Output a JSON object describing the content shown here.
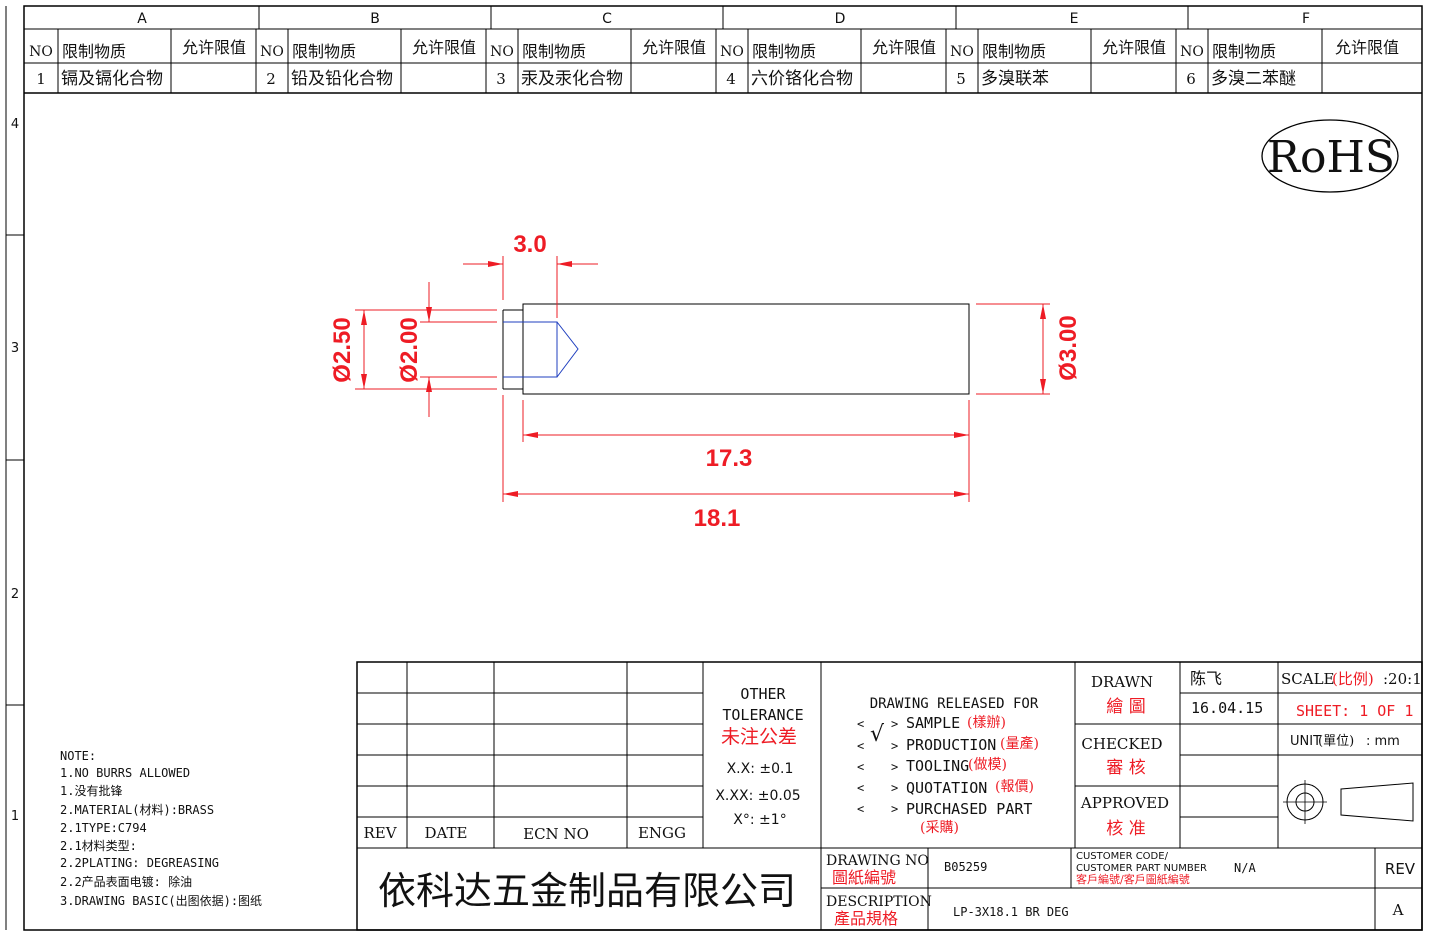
{
  "zones": [
    "A",
    "B",
    "C",
    "D",
    "E",
    "F"
  ],
  "rows": [
    "4",
    "3",
    "2",
    "1"
  ],
  "substances": {
    "no_header": "NO",
    "substance_header": "限制物质",
    "limit_header": "允许限值",
    "items": [
      {
        "no": "1",
        "name": "镉及镉化合物"
      },
      {
        "no": "2",
        "name": "铅及铅化合物"
      },
      {
        "no": "3",
        "name": "汞及汞化合物"
      },
      {
        "no": "4",
        "name": "六价铬化合物"
      },
      {
        "no": "5",
        "name": "多溴联苯"
      },
      {
        "no": "6",
        "name": "多溴二苯醚"
      }
    ]
  },
  "rohs": "RoHS",
  "dimensions": {
    "head_length": "3.0",
    "dia_head": "Ø2.50",
    "dia_hole": "Ø2.00",
    "dia_body": "Ø3.00",
    "body_length": "17.3",
    "total_length": "18.1"
  },
  "notes": [
    "NOTE:",
    "1.NO BURRS ALLOWED",
    "1.没有批锋",
    "2.MATERIAL(材料):BRASS",
    "2.1TYPE:C794",
    "2.1材料类型:",
    "2.2PLATING: DEGREASING",
    "2.2产品表面电镀: 除油",
    "3.DRAWING BASIC(出图依据):图纸"
  ],
  "rev_table": {
    "rev": "REV",
    "date": "DATE",
    "ecn": "ECN NO",
    "engg": "ENGG"
  },
  "tolerance": {
    "title_1": "OTHER",
    "title_2": "TOLERANCE",
    "title_cn": "未注公差",
    "xx": "X.X: ±0.1",
    "xxx": "X.XX: ±0.05",
    "angle": "X°: ±1°"
  },
  "release": {
    "title": "DRAWING RELEASED FOR",
    "check_mark": "√",
    "items": [
      {
        "en": "SAMPLE",
        "cn": "(樣辦)"
      },
      {
        "en": "PRODUCTION",
        "cn": "(量產)"
      },
      {
        "en": "TOOLING",
        "cn": "(做模)"
      },
      {
        "en": "QUOTATION",
        "cn": "(報價)"
      },
      {
        "en": "PURCHASED PART",
        "cn": "(采購)"
      }
    ]
  },
  "title_block": {
    "drawn_en": "DRAWN",
    "drawn_cn": "繪 圖",
    "drawn_name": "陈飞",
    "drawn_date": "16.04.15",
    "checked_en": "CHECKED",
    "checked_cn": "審 核",
    "approved_en": "APPROVED",
    "approved_cn": "核 准",
    "scale_label": "SCALE",
    "scale_cn": "(比例)",
    "scale_value": ":20:1",
    "sheet": "SHEET:  1 OF 1",
    "unit_label": "UNIT",
    "unit_cn": "(單位)",
    "unit_value": ":  mm",
    "company": "依科达五金制品有限公司",
    "drawing_no_en": "DRAWING NO",
    "drawing_no_cn": "圖紙編號",
    "drawing_no": "B05259",
    "customer_code_1": "CUSTOMER CODE/",
    "customer_code_2": "CUSTOMER PART NUMBER",
    "customer_code_cn": "客戶編號/客戶圖紙編號",
    "customer_value": "N/A",
    "rev_label": "REV",
    "description_en": "DESCRIPTION",
    "description_cn": "產品規格",
    "description": "LP-3X18.1 BR DEG",
    "rev_value": "A"
  },
  "colors": {
    "dimension": "#ee1c25",
    "outline": "#000000",
    "feature": "#1f3fbf"
  }
}
